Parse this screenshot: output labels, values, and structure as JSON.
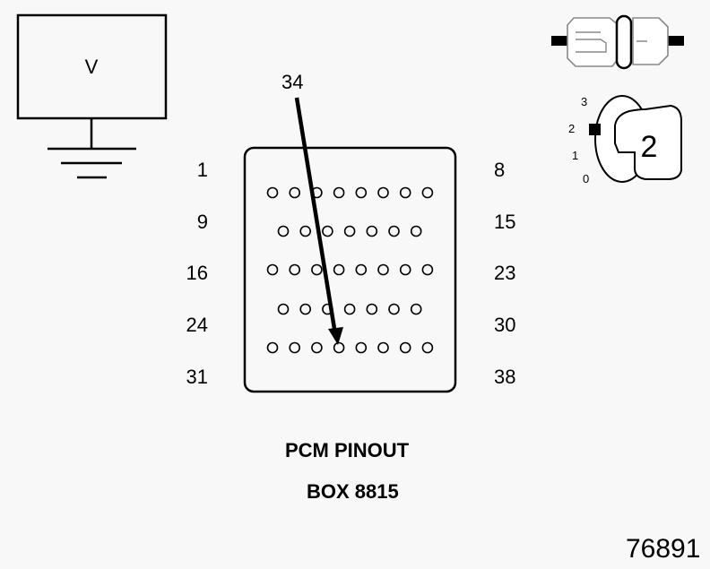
{
  "meter": {
    "label": "V"
  },
  "callout": {
    "pin_number": "34"
  },
  "connector": {
    "row_labels_left": [
      "1",
      "9",
      "16",
      "24",
      "31"
    ],
    "row_labels_right": [
      "8",
      "15",
      "23",
      "30",
      "38"
    ],
    "rows": [
      8,
      7,
      8,
      7,
      8
    ]
  },
  "caption": {
    "title": "PCM PINOUT",
    "subtitle": "BOX 8815"
  },
  "ignition": {
    "positions": [
      "3",
      "2",
      "1",
      "0"
    ],
    "selected": "2"
  },
  "figure_number": "76891"
}
